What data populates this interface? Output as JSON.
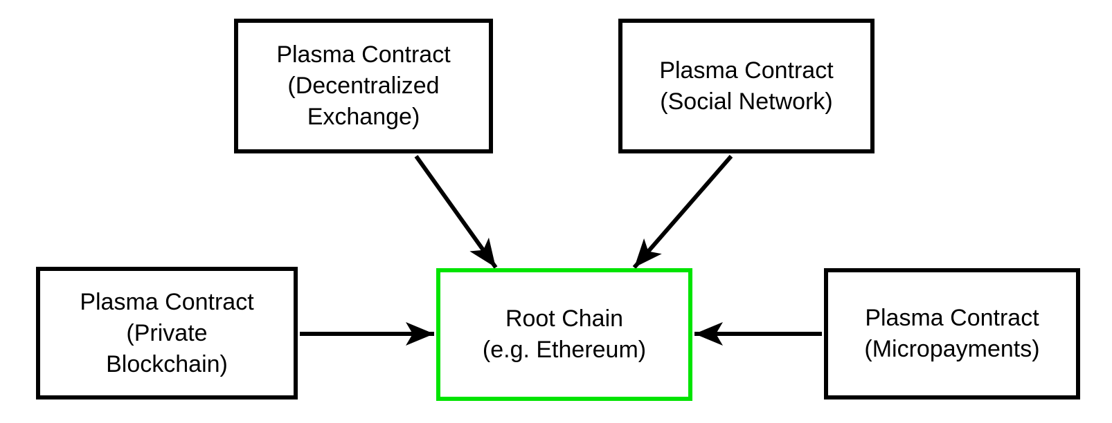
{
  "diagram": {
    "description": "Plasma architecture diagram: four Plasma Contract child chains committing to a Root Chain",
    "colors": {
      "background": "#ffffff",
      "node_border": "#000000",
      "root_node_border": "#00e400",
      "text": "#000000",
      "arrow": "#000000"
    },
    "nodes": {
      "dex": {
        "label": "Plasma Contract\n(Decentralized\nExchange)"
      },
      "social": {
        "label": "Plasma Contract\n(Social Network)"
      },
      "private": {
        "label": "Plasma Contract\n(Private\nBlockchain)"
      },
      "micropayments": {
        "label": "Plasma Contract\n(Micropayments)"
      },
      "root": {
        "label": "Root Chain\n(e.g. Ethereum)"
      }
    },
    "edges": [
      {
        "from": "Plasma Contract (Decentralized Exchange)",
        "to": "Root Chain (e.g. Ethereum)"
      },
      {
        "from": "Plasma Contract (Social Network)",
        "to": "Root Chain (e.g. Ethereum)"
      },
      {
        "from": "Plasma Contract (Private Blockchain)",
        "to": "Root Chain (e.g. Ethereum)"
      },
      {
        "from": "Plasma Contract (Micropayments)",
        "to": "Root Chain (e.g. Ethereum)"
      }
    ]
  }
}
